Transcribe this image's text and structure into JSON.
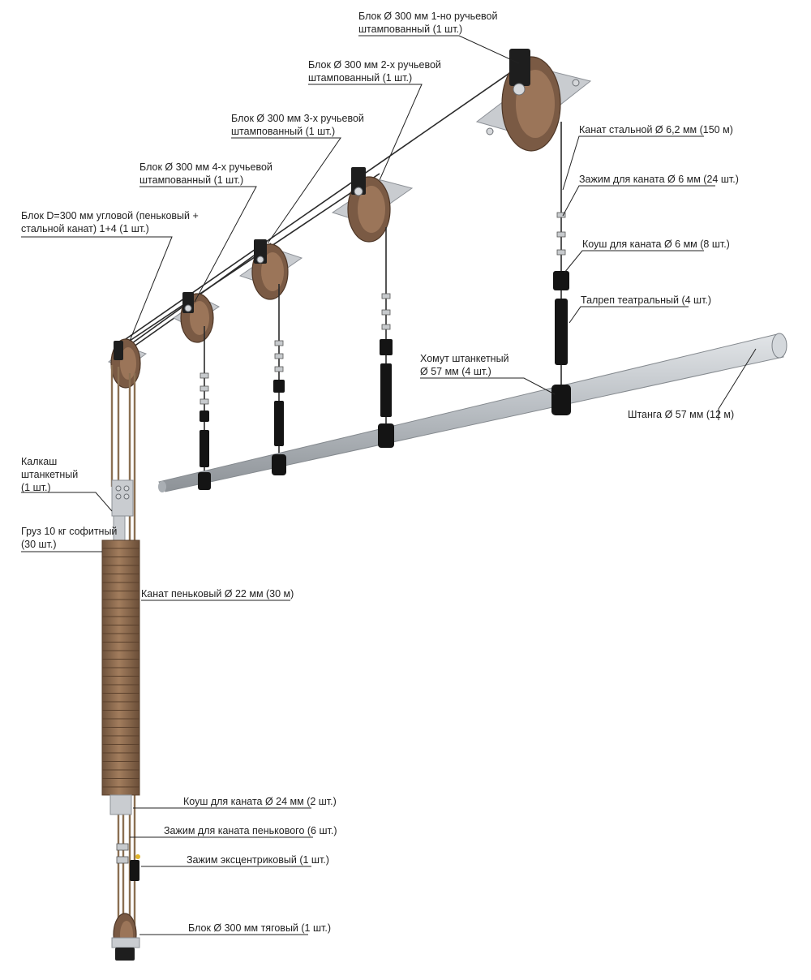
{
  "labels": {
    "block_1groove": {
      "line1": "Блок Ø 300 мм 1-но ручьевой",
      "line2": "штампованный (1 шт.)"
    },
    "block_2groove": {
      "line1": "Блок Ø 300 мм 2-х ручьевой",
      "line2": "штампованный (1 шт.)"
    },
    "block_3groove": {
      "line1": "Блок Ø 300 мм 3-х ручьевой",
      "line2": "штампованный (1 шт.)"
    },
    "block_4groove": {
      "line1": "Блок Ø 300 мм 4-х ручьевой",
      "line2": "штампованный (1 шт.)"
    },
    "block_corner": {
      "line1": "Блок D=300 мм угловой (пеньковый +",
      "line2": "стальной канат) 1+4 (1 шт.)"
    },
    "steel_rope": "Канат стальной Ø 6,2 мм (150 м)",
    "rope_clamp_6": "Зажим для каната Ø 6 мм (24 шт.)",
    "thimble_6": "Коуш для каната Ø 6 мм (8 шт.)",
    "turnbuckle": "Талреп театральный (4 шт.)",
    "batten_clamp": {
      "line1": "Хомут штанкетный",
      "line2": "Ø 57 мм (4 шт.)"
    },
    "batten": "Штанга Ø 57 мм (12 м)",
    "arbor": {
      "line1": "Калкаш",
      "line2": "штанкетный",
      "line3": "(1 шт.)"
    },
    "weight": {
      "line1": "Груз 10 кг софитный",
      "line2": "(30 шт.)"
    },
    "hemp_rope": "Канат пеньковый Ø 22 мм (30 м)",
    "thimble_24": "Коуш для каната Ø 24 мм (2 шт.)",
    "hemp_rope_clamp": "Зажим для каната пенькового (6 шт.)",
    "eccentric_clamp": "Зажим эксцентриковый (1 шт.)",
    "pull_block": "Блок Ø 300 мм тяговый (1 шт.)"
  },
  "colors": {
    "text": "#222222",
    "steel": "#c9ccd0",
    "wheel": "#7a5a44",
    "hemp": "#8a6f52",
    "batten": "#b9bec3",
    "hardware": "#141414"
  }
}
